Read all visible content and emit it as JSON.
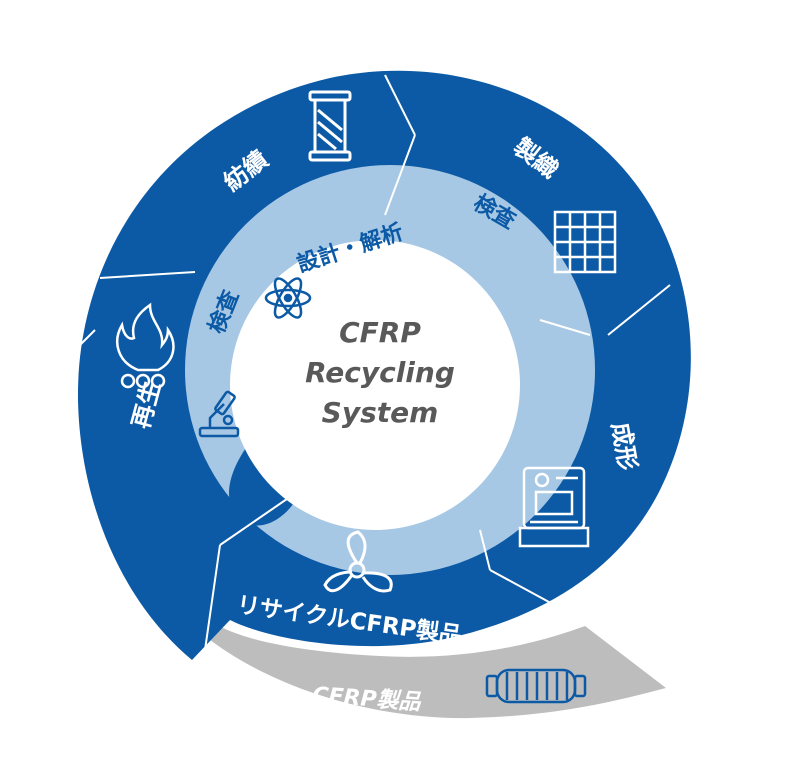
{
  "center": {
    "lines": [
      "CFRP",
      "Recycling",
      "System"
    ]
  },
  "outer_ring": {
    "spinning": "紡績",
    "weaving": "製織",
    "molding": "成形",
    "recycled_product": "リサイクルCFRP製品",
    "regeneration": "再生"
  },
  "inner_ring": {
    "inspection_right": "検査",
    "design_analysis": "設計・解析",
    "inspection_left": "検査"
  },
  "bottom_band": {
    "label": "CFRP製品"
  },
  "colors": {
    "outer": "#0c5aa6",
    "inner": "#a7c8e4",
    "band": "#bdbdbd",
    "center_text": "#595959",
    "white": "#ffffff"
  },
  "icons": [
    "yarn-spool-icon",
    "woven-fabric-icon",
    "molding-press-icon",
    "propeller-icon",
    "tank-icon",
    "fire-icon",
    "microscope-icon",
    "atom-icon"
  ]
}
